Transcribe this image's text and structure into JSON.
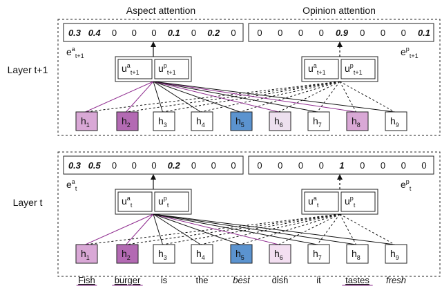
{
  "headers": {
    "aspect": "Aspect attention",
    "opinion": "Opinion attention"
  },
  "colors": {
    "purple": "#8e2a8e",
    "blue": "#2e4fa6",
    "blue_fill": "#5b93cf",
    "purple_dark_fill": "#b36ab3",
    "purple_mid_fill": "#d9a8d6",
    "purple_light_fill": "#f3dff1",
    "purple_pale_fill": "#ede0ef"
  },
  "layers": [
    {
      "label": "Layer t+1",
      "aspect_vector": {
        "values": [
          {
            "v": "0.3",
            "hl": "purple"
          },
          {
            "v": "0.4",
            "hl": "purple"
          },
          {
            "v": "0",
            "hl": ""
          },
          {
            "v": "0",
            "hl": ""
          },
          {
            "v": "0",
            "hl": ""
          },
          {
            "v": "0.1",
            "hl": "purple"
          },
          {
            "v": "0",
            "hl": ""
          },
          {
            "v": "0.2",
            "hl": "purple"
          },
          {
            "v": "0",
            "hl": ""
          }
        ],
        "label_base": "e",
        "label_sup": "a",
        "label_sub": "t+1"
      },
      "opinion_vector": {
        "values": [
          {
            "v": "0",
            "hl": ""
          },
          {
            "v": "0",
            "hl": ""
          },
          {
            "v": "0",
            "hl": ""
          },
          {
            "v": "0",
            "hl": ""
          },
          {
            "v": "0.9",
            "hl": "blue"
          },
          {
            "v": "0",
            "hl": ""
          },
          {
            "v": "0",
            "hl": ""
          },
          {
            "v": "0",
            "hl": ""
          },
          {
            "v": "0.1",
            "hl": "blue"
          }
        ],
        "label_base": "e",
        "label_sup": "p",
        "label_sub": "t+1"
      },
      "memory": {
        "ua_sup": "a",
        "up_sup": "p",
        "sub": "t+1"
      },
      "hidden": [
        {
          "label": "h",
          "sub": "1",
          "fill": "purple_mid_fill"
        },
        {
          "label": "h",
          "sub": "2",
          "fill": "purple_dark_fill"
        },
        {
          "label": "h",
          "sub": "3",
          "fill": ""
        },
        {
          "label": "h",
          "sub": "4",
          "fill": ""
        },
        {
          "label": "h",
          "sub": "5",
          "fill": "blue_fill"
        },
        {
          "label": "h",
          "sub": "6",
          "fill": "purple_pale_fill"
        },
        {
          "label": "h",
          "sub": "7",
          "fill": ""
        },
        {
          "label": "h",
          "sub": "8",
          "fill": "purple_mid_fill"
        },
        {
          "label": "h",
          "sub": "9",
          "fill": ""
        }
      ]
    },
    {
      "label": "Layer t",
      "aspect_vector": {
        "values": [
          {
            "v": "0.3",
            "hl": "purple"
          },
          {
            "v": "0.5",
            "hl": "purple"
          },
          {
            "v": "0",
            "hl": ""
          },
          {
            "v": "0",
            "hl": ""
          },
          {
            "v": "0",
            "hl": ""
          },
          {
            "v": "0.2",
            "hl": "purple"
          },
          {
            "v": "0",
            "hl": ""
          },
          {
            "v": "0",
            "hl": ""
          },
          {
            "v": "0",
            "hl": ""
          }
        ],
        "label_base": "e",
        "label_sup": "a",
        "label_sub": "t"
      },
      "opinion_vector": {
        "values": [
          {
            "v": "0",
            "hl": ""
          },
          {
            "v": "0",
            "hl": ""
          },
          {
            "v": "0",
            "hl": ""
          },
          {
            "v": "0",
            "hl": ""
          },
          {
            "v": "1",
            "hl": "blue"
          },
          {
            "v": "0",
            "hl": ""
          },
          {
            "v": "0",
            "hl": ""
          },
          {
            "v": "0",
            "hl": ""
          },
          {
            "v": "0",
            "hl": ""
          }
        ],
        "label_base": "e",
        "label_sup": "p",
        "label_sub": "t"
      },
      "memory": {
        "ua_sup": "a",
        "up_sup": "p",
        "sub": "t"
      },
      "hidden": [
        {
          "label": "h",
          "sub": "1",
          "fill": "purple_mid_fill"
        },
        {
          "label": "h",
          "sub": "2",
          "fill": "purple_dark_fill"
        },
        {
          "label": "h",
          "sub": "3",
          "fill": ""
        },
        {
          "label": "h",
          "sub": "4",
          "fill": ""
        },
        {
          "label": "h",
          "sub": "5",
          "fill": "blue_fill"
        },
        {
          "label": "h",
          "sub": "6",
          "fill": "purple_light_fill"
        },
        {
          "label": "h",
          "sub": "7",
          "fill": ""
        },
        {
          "label": "h",
          "sub": "8",
          "fill": ""
        },
        {
          "label": "h",
          "sub": "9",
          "fill": ""
        }
      ]
    }
  ],
  "words": [
    {
      "text": "Fish",
      "style": "aspect"
    },
    {
      "text": "burger",
      "style": "aspect"
    },
    {
      "text": "is",
      "style": ""
    },
    {
      "text": "the",
      "style": ""
    },
    {
      "text": "best",
      "style": "opinion"
    },
    {
      "text": "dish",
      "style": ""
    },
    {
      "text": "it",
      "style": ""
    },
    {
      "text": "tastes",
      "style": "aspect"
    },
    {
      "text": "fresh",
      "style": "opinion"
    }
  ]
}
